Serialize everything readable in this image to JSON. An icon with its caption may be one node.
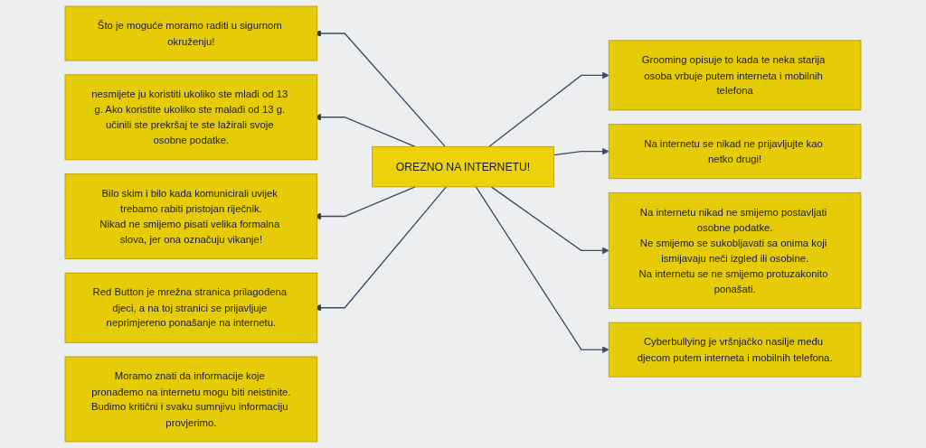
{
  "diagram": {
    "nodes": [
      {
        "text": [
          "Što je moguće moramo raditi u sigurnom okruženju!"
        ]
      },
      {
        "text": [
          "nesmijete ju koristiti ukoliko ste mlađi od 13 g. Ako koristite ukoliko ste malađi od 13 g. učinili ste prekršaj te ste lažirali svoje osobne podatke."
        ]
      },
      {
        "text": [
          "Grooming opisuje to kada te neka starija osoba vrbuje putem interneta i mobilnih telefona"
        ]
      },
      {
        "text": [
          "OREZNO NA INTERNETU!"
        ]
      },
      {
        "text": [
          "Na internetu se nikad ne prijavljujte kao netko drugi!"
        ]
      },
      {
        "text": [
          "Bilo skim i bilo kada komunicirali uvijek trebamo rabiti pristojan riječnik.",
          "Nikad ne smijemo pisati velika formalna slova, jer ona označuju vikanje!"
        ]
      },
      {
        "text": [
          "Na internetu nikad ne smijemo postavljati osobne podatke.",
          "Ne smijemo se sukobljavati sa onima koji ismijavaju neči izgled ili osobine.",
          "Na internetu se ne smijemo protuzakonito ponašati."
        ]
      },
      {
        "text": [
          "Cyberbullying je vršnjačko nasilje među djecom putem interneta i mobilnih telefona."
        ]
      },
      {
        "text": [
          "Red Button je mrežna stranica prilagođena djeci, a na toj stranici se prijavljuje neprimjereno ponašanje na internetu."
        ]
      },
      {
        "text": [
          "Moramo znati da informacije koje pronađemo na internetu mogu biti neistinite.",
          "Budimo kritični i svaku sumnjivu informaciju provjerimo."
        ]
      }
    ],
    "edges": [
      {
        "from": 3,
        "to": 0,
        "arrow": "to"
      },
      {
        "from": 3,
        "to": 1,
        "arrow": "to"
      },
      {
        "from": 3,
        "to": 2,
        "arrow": "to"
      },
      {
        "from": 3,
        "to": 4,
        "arrow": "to"
      },
      {
        "from": 3,
        "to": 5,
        "arrow": "to"
      },
      {
        "from": 3,
        "to": 6,
        "arrow": "to"
      },
      {
        "from": 3,
        "to": 7,
        "arrow": "to"
      },
      {
        "from": 3,
        "to": 8,
        "arrow": "to"
      }
    ]
  }
}
